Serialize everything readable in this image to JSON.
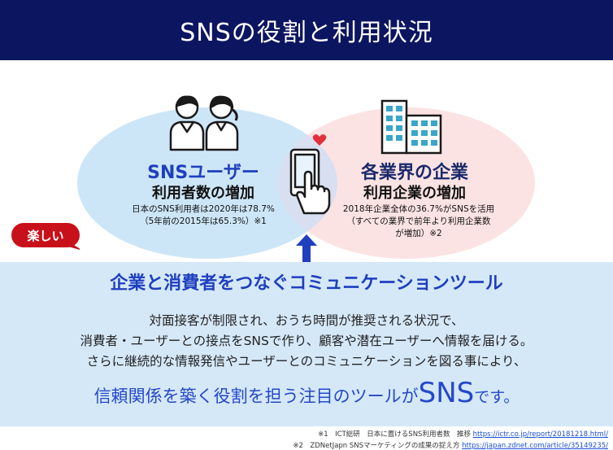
{
  "header": {
    "title": "SNSの役割と利用状況"
  },
  "left_circle": {
    "title": "SNSユーザー",
    "subtitle": "利用者数の増加",
    "desc_line1": "日本のSNS利用者は2020年は78.7%",
    "desc_line2": "（5年前の2015年は65.3%）※1"
  },
  "right_circle": {
    "title": "各業界の企業",
    "subtitle": "利用企業の増加",
    "desc_line1": "2018年企業全体の36.7%がSNSを活用",
    "desc_line2": "（すべての業界で前年より利用企業数",
    "desc_line3": "が増加）※2"
  },
  "badge": {
    "label": "楽しい"
  },
  "panel": {
    "heading": "企業と消費者をつなぐコミュニケーションツール",
    "line1": "対面接客が制限され、おうち時間が推奨される状況で、",
    "line2": "消費者・ユーザーとの接点をSNSで作り、顧客や潜在ユーザーへ情報を届ける。",
    "line3": "さらに継続的な情報発信やユーザーとのコミュニケーションを図る事により、",
    "closing_prefix": "信頼関係を築く役割を担う注目のツールが",
    "closing_emphasis": "SNS",
    "closing_suffix": "です。"
  },
  "footnotes": [
    {
      "text": "※1　ICT総研　日本に置けるSNS利用者数　推移",
      "link": "https://ictr.co.jp/report/20181218.html/"
    },
    {
      "text": "※2　ZDNetJapn SNSマーケティングの成果の捉え方",
      "link": "https://japan.zdnet.com/article/35149235/"
    }
  ],
  "colors": {
    "header_bg": "#0b1560",
    "left_circle": "#cde6f7",
    "right_circle": "#fce3e3",
    "overlap": "#d8dff0",
    "accent_blue": "#1f3fbf",
    "panel_bg": "#d5e8f8",
    "badge_red": "#c8101a",
    "heart": "#e0303b"
  },
  "icons": [
    "users-icon",
    "buildings-icon",
    "smartphone-touch-icon",
    "heart-icon",
    "arrow-up-icon"
  ]
}
